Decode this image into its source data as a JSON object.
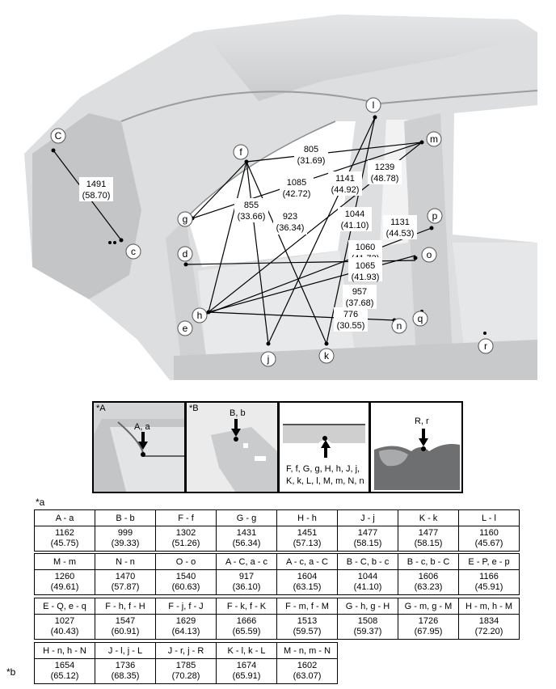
{
  "points": {
    "C": "C",
    "c": "c",
    "f": "f",
    "g": "g",
    "d": "d",
    "h": "h",
    "e": "e",
    "j": "j",
    "k": "k",
    "l": "l",
    "m": "m",
    "p": "p",
    "o": "o",
    "q": "q",
    "n": "n",
    "r": "r"
  },
  "dimensions": [
    {
      "mm": "1491",
      "in": "(58.70)"
    },
    {
      "mm": "805",
      "in": "(31.69)"
    },
    {
      "mm": "1085",
      "in": "(42.72)"
    },
    {
      "mm": "1141",
      "in": "(44.92)"
    },
    {
      "mm": "1239",
      "in": "(48.78)"
    },
    {
      "mm": "855",
      "in": "(33.66)"
    },
    {
      "mm": "923",
      "in": "(36.34)"
    },
    {
      "mm": "1044",
      "in": "(41.10)"
    },
    {
      "mm": "1131",
      "in": "(44.53)"
    },
    {
      "mm": "1060",
      "in": "(41.73)"
    },
    {
      "mm": "1065",
      "in": "(41.93)"
    },
    {
      "mm": "957",
      "in": "(37.68)"
    },
    {
      "mm": "776",
      "in": "(30.55)"
    }
  ],
  "details": {
    "A": {
      "tag": "*A",
      "label": "A, a"
    },
    "B": {
      "tag": "*B",
      "label": "B, b"
    },
    "C": {
      "line1": "F, f, G, g, H, h, J, j,",
      "line2": "K, k, L, l, M, m, N, n"
    },
    "D": {
      "label": "R, r"
    }
  },
  "notes": {
    "a": "*a",
    "b": "*b"
  },
  "table_rows": [
    [
      {
        "h": "A - a",
        "mm": "1162",
        "in": "(45.75)"
      },
      {
        "h": "B - b",
        "mm": "999",
        "in": "(39.33)"
      },
      {
        "h": "F - f",
        "mm": "1302",
        "in": "(51.26)"
      },
      {
        "h": "G - g",
        "mm": "1431",
        "in": "(56.34)"
      },
      {
        "h": "H - h",
        "mm": "1451",
        "in": "(57.13)"
      },
      {
        "h": "J - j",
        "mm": "1477",
        "in": "(58.15)"
      },
      {
        "h": "K - k",
        "mm": "1477",
        "in": "(58.15)"
      },
      {
        "h": "L - l",
        "mm": "1160",
        "in": "(45.67)"
      }
    ],
    [
      {
        "h": "M - m",
        "mm": "1260",
        "in": "(49.61)"
      },
      {
        "h": "N - n",
        "mm": "1470",
        "in": "(57.87)"
      },
      {
        "h": "O - o",
        "mm": "1540",
        "in": "(60.63)"
      },
      {
        "h": "A - C, a - c",
        "mm": "917",
        "in": "(36.10)"
      },
      {
        "h": "A - c, a - C",
        "mm": "1604",
        "in": "(63.15)"
      },
      {
        "h": "B - C, b - c",
        "mm": "1044",
        "in": "(41.10)"
      },
      {
        "h": "B - c, b - C",
        "mm": "1606",
        "in": "(63.23)"
      },
      {
        "h": "E - P, e - p",
        "mm": "1166",
        "in": "(45.91)"
      }
    ],
    [
      {
        "h": "E - Q, e - q",
        "mm": "1027",
        "in": "(40.43)"
      },
      {
        "h": "F - h, f - H",
        "mm": "1547",
        "in": "(60.91)"
      },
      {
        "h": "F - j, f - J",
        "mm": "1629",
        "in": "(64.13)"
      },
      {
        "h": "F - k, f - K",
        "mm": "1666",
        "in": "(65.59)"
      },
      {
        "h": "F - m, f - M",
        "mm": "1513",
        "in": "(59.57)"
      },
      {
        "h": "G - h, g - H",
        "mm": "1508",
        "in": "(59.37)"
      },
      {
        "h": "G - m, g - M",
        "mm": "1726",
        "in": "(67.95)"
      },
      {
        "h": "H - m, h - M",
        "mm": "1834",
        "in": "(72.20)"
      }
    ],
    [
      {
        "h": "H - n, h - N",
        "mm": "1654",
        "in": "(65.12)"
      },
      {
        "h": "J - l, j - L",
        "mm": "1736",
        "in": "(68.35)"
      },
      {
        "h": "J - r, j - R",
        "mm": "1785",
        "in": "(70.28)"
      },
      {
        "h": "K - l, k - L",
        "mm": "1674",
        "in": "(65.91)"
      },
      {
        "h": "M - n, m - N",
        "mm": "1602",
        "in": "(63.07)"
      }
    ]
  ]
}
